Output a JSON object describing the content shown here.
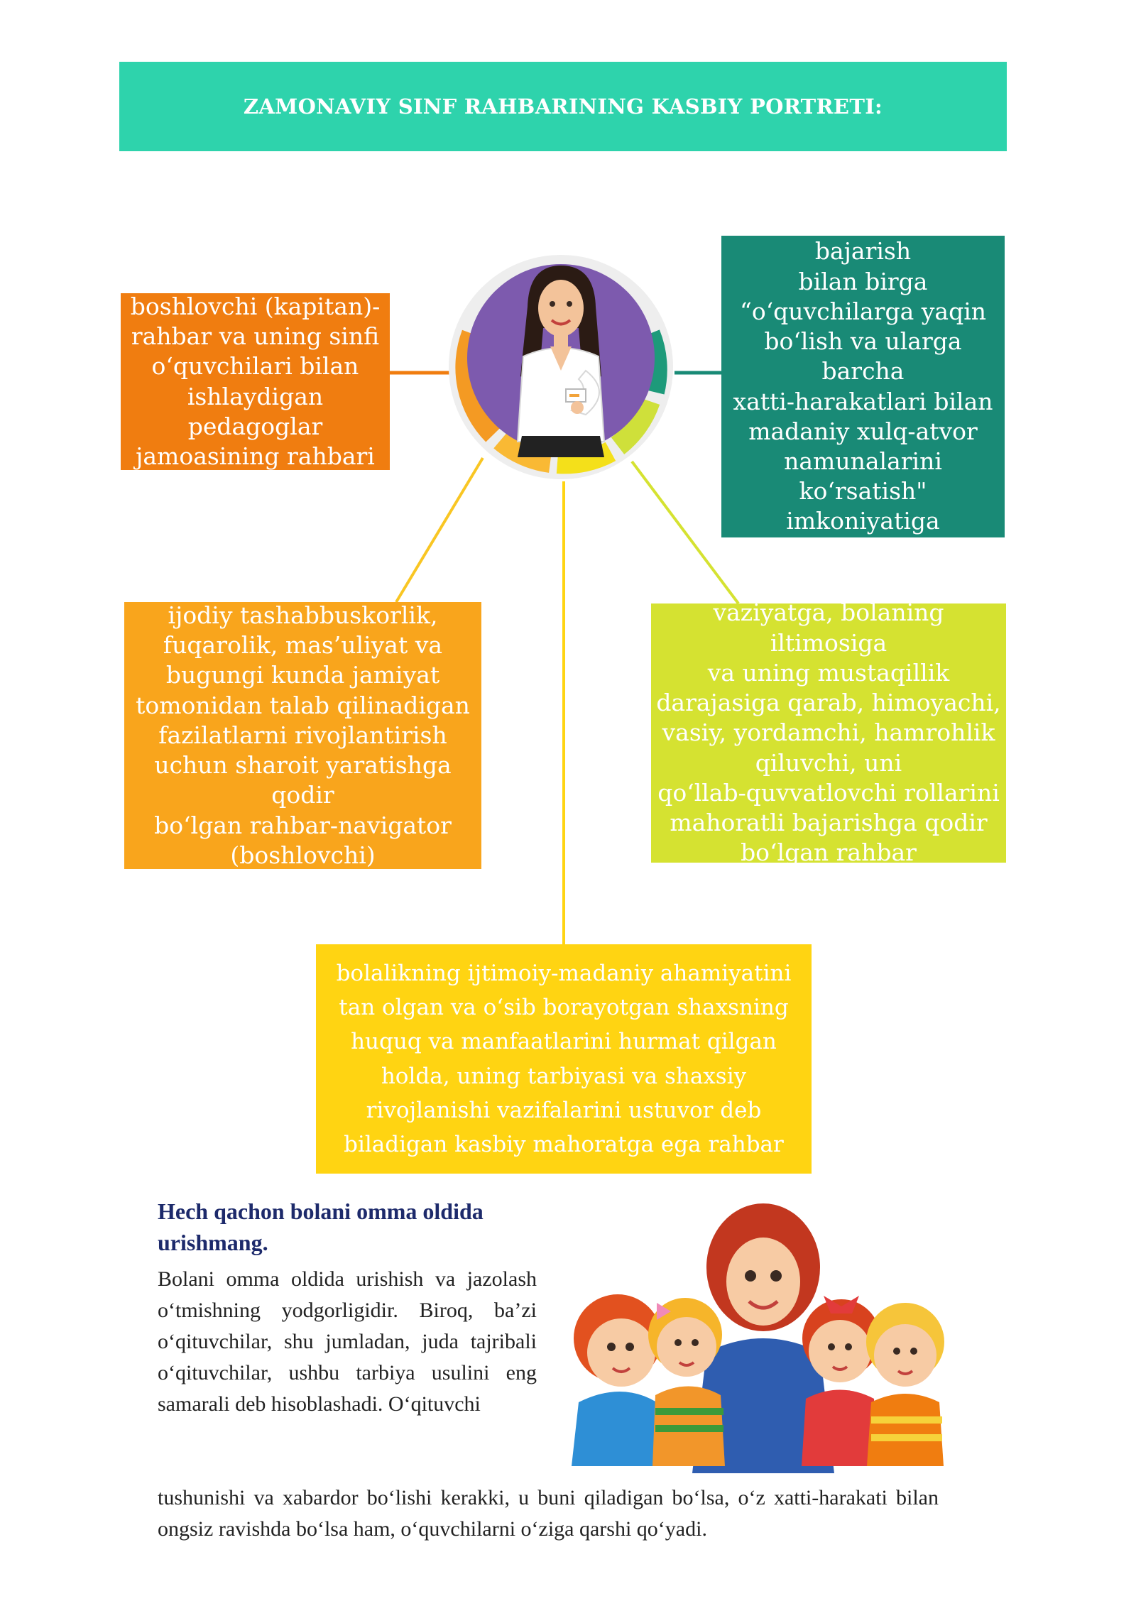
{
  "header": {
    "title": "ZAMONAVIY SINF RAHBARINING KASBIY PORTRETI:"
  },
  "boxes": {
    "captain": "boshlovchi (kapitan)-\nrahbar va uning sinfi\no‘quvchilari bilan\nishlaydigan pedagoglar\njamoasining rahbari",
    "role_model": "o‘z vazifalarini bajarish\nbilan birga\n“o‘quvchilarga yaqin\nbo‘lish va ularga barcha\nxatti-harakatlari bilan\nmadaniy xulq-atvor\nnamunalarini\nko‘rsatish\" imkoniyatiga\nega bo‘lgan shaxs",
    "navigator": "ijodiy tashabbuskorlik,\nfuqarolik, mas’uliyat va\nbugungi kunda jamiyat\ntomonidan talab qilinadigan\nfazilatlarni rivojlantirish\nuchun sharoit yaratishga qodir\nbo‘lgan rahbar-navigator\n(boshlovchi)",
    "supporter": "vaziyatga, bolaning iltimosiga\nva uning mustaqillik\ndarajasiga qarab, himoyachi,\nvasiy, yordamchi, hamrohlik\nqiluvchi, uni\nqo‘llab-quvvatlovchi rollarini\nmahoratli bajarishga qodir\nbo‘lgan rahbar",
    "professional": "bolalikning ijtimoiy-madaniy ahamiyatini\ntan olgan va o‘sib borayotgan shaxsning\nhuquq va manfaatlarini hurmat qilgan\nholda, uning tarbiyasi va shaxsiy\nrivojlanishi vazifalarini ustuvor deb\nbiladigan kasbiy mahoratga ega rahbar"
  },
  "advice": {
    "title": "Hech qachon bolani omma oldida urishmang.",
    "paragraph": "Bolani omma oldida urishish va jazolash o‘tmishning yodgorligidir. Biroq, ba’zi o‘qituvchilar, shu jumladan, juda tajribali o‘qituvchilar, ushbu tarbiya usulini eng samarali deb hisoblashadi. O‘qituvchi",
    "continuation": "tushunishi va xabardor bo‘lishi kerakki, u buni qiladigan bo‘lsa, o‘z xatti-harakati bilan ongsiz ravishda bo‘lsa ham, o‘quvchilarni o‘ziga qarshi qo‘yadi."
  },
  "colors": {
    "header": "#2ed3ac",
    "orange": "#f07d10",
    "teal": "#198a76",
    "amber": "#f9a51c",
    "lime": "#d5e231",
    "yellow": "#ffd412",
    "ring_purple": "#7d5aae"
  },
  "icons": [
    "teacher-avatar",
    "children-illustration"
  ]
}
